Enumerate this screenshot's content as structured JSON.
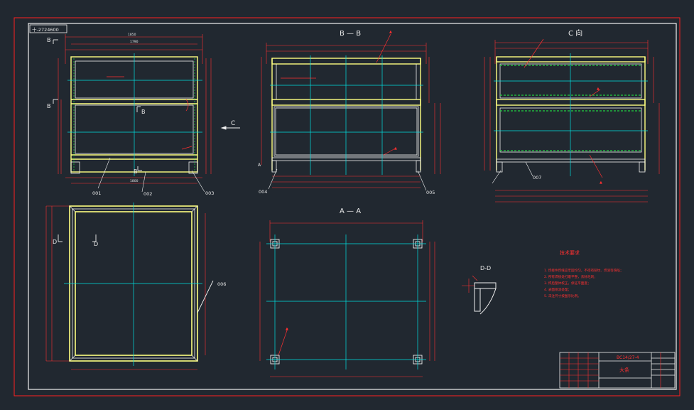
{
  "drawing": {
    "code_box": "十-2724600",
    "title_block": {
      "drawing_no": "BC14/27-4",
      "part_name": "大条"
    }
  },
  "views": {
    "section_bb": "B — B",
    "section_cc": "C 向",
    "section_aa": "A — A",
    "detail_dd": "D-D",
    "arrow_c": "C",
    "cut_b_left": "B",
    "cut_b_mid": "B",
    "cut_b_bottom": "B",
    "cut_d_left": "D",
    "cut_d_right": "D",
    "cut_a": "A"
  },
  "part_refs": {
    "p001": "001",
    "p002": "002",
    "p003": "003",
    "p004": "004",
    "p005": "005",
    "p006": "006",
    "p007": "007"
  },
  "notes": {
    "heading": "技术要求",
    "items": [
      "1. 焊接件焊缝应牢固均匀，不得有裂纹、焊渣等缺陷；",
      "2. 所有焊接处打磨平整，去除毛刺；",
      "3. 焊后整体校正，保证平面度；",
      "4. 表面喷漆处理；",
      "5. 未注尺寸按图示比例。"
    ]
  },
  "colors": {
    "background": "#212830",
    "border": "#ff2020",
    "frame": "#f0f0f0",
    "yellow": "#ffff80",
    "cyan": "#00e0e0",
    "green": "#20d040",
    "red": "#ff3030"
  }
}
